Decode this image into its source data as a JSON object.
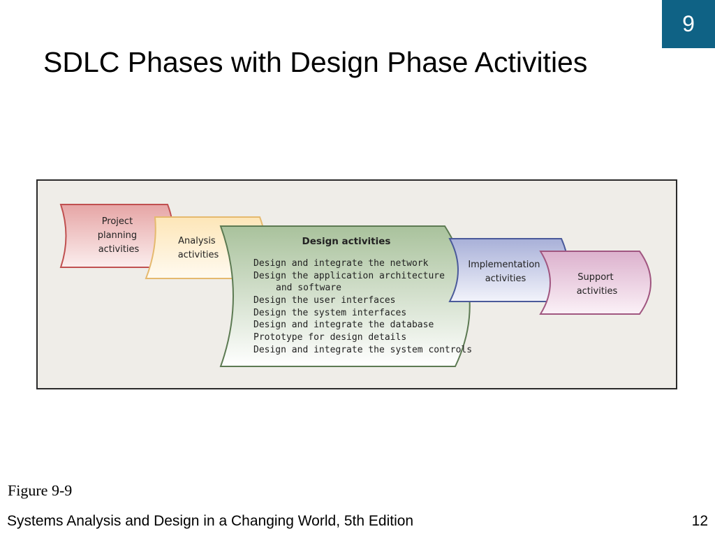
{
  "chapter_badge": {
    "label": "9",
    "color": "#0f6285"
  },
  "title": "SDLC Phases with Design Phase Activities",
  "diagram": {
    "phases": [
      {
        "id": "project",
        "lines": [
          "Project",
          "planning",
          "activities"
        ],
        "stroke": "#c05050",
        "fill_top": "#e6a5a5",
        "fill_bottom": "#fbeeee"
      },
      {
        "id": "analysis",
        "lines": [
          "Analysis",
          "activities"
        ],
        "stroke": "#e5b96e",
        "fill_top": "#fde6b8",
        "fill_bottom": "#fffaf0"
      },
      {
        "id": "design",
        "heading": "Design activities",
        "items": [
          "Design and integrate the network",
          "Design the application architecture",
          "and software",
          "Design the user interfaces",
          "Design the system interfaces",
          "Design and integrate the database",
          "Prototype for design details",
          "Design and integrate the system controls"
        ],
        "stroke": "#5c7a52",
        "fill_top": "#a9c29c",
        "fill_bottom": "#ffffff"
      },
      {
        "id": "implementation",
        "lines": [
          "Implementation",
          "activities"
        ],
        "stroke": "#4b5a9a",
        "fill_top": "#a8b0d8",
        "fill_bottom": "#f2f3fb"
      },
      {
        "id": "support",
        "lines": [
          "Support",
          "activities"
        ],
        "stroke": "#a05680",
        "fill_top": "#dcb1cd",
        "fill_bottom": "#fbf1f7"
      }
    ]
  },
  "figure_caption": "Figure 9-9",
  "footer": {
    "text": "Systems Analysis and Design in a Changing World, 5th Edition",
    "page_number": "12"
  }
}
